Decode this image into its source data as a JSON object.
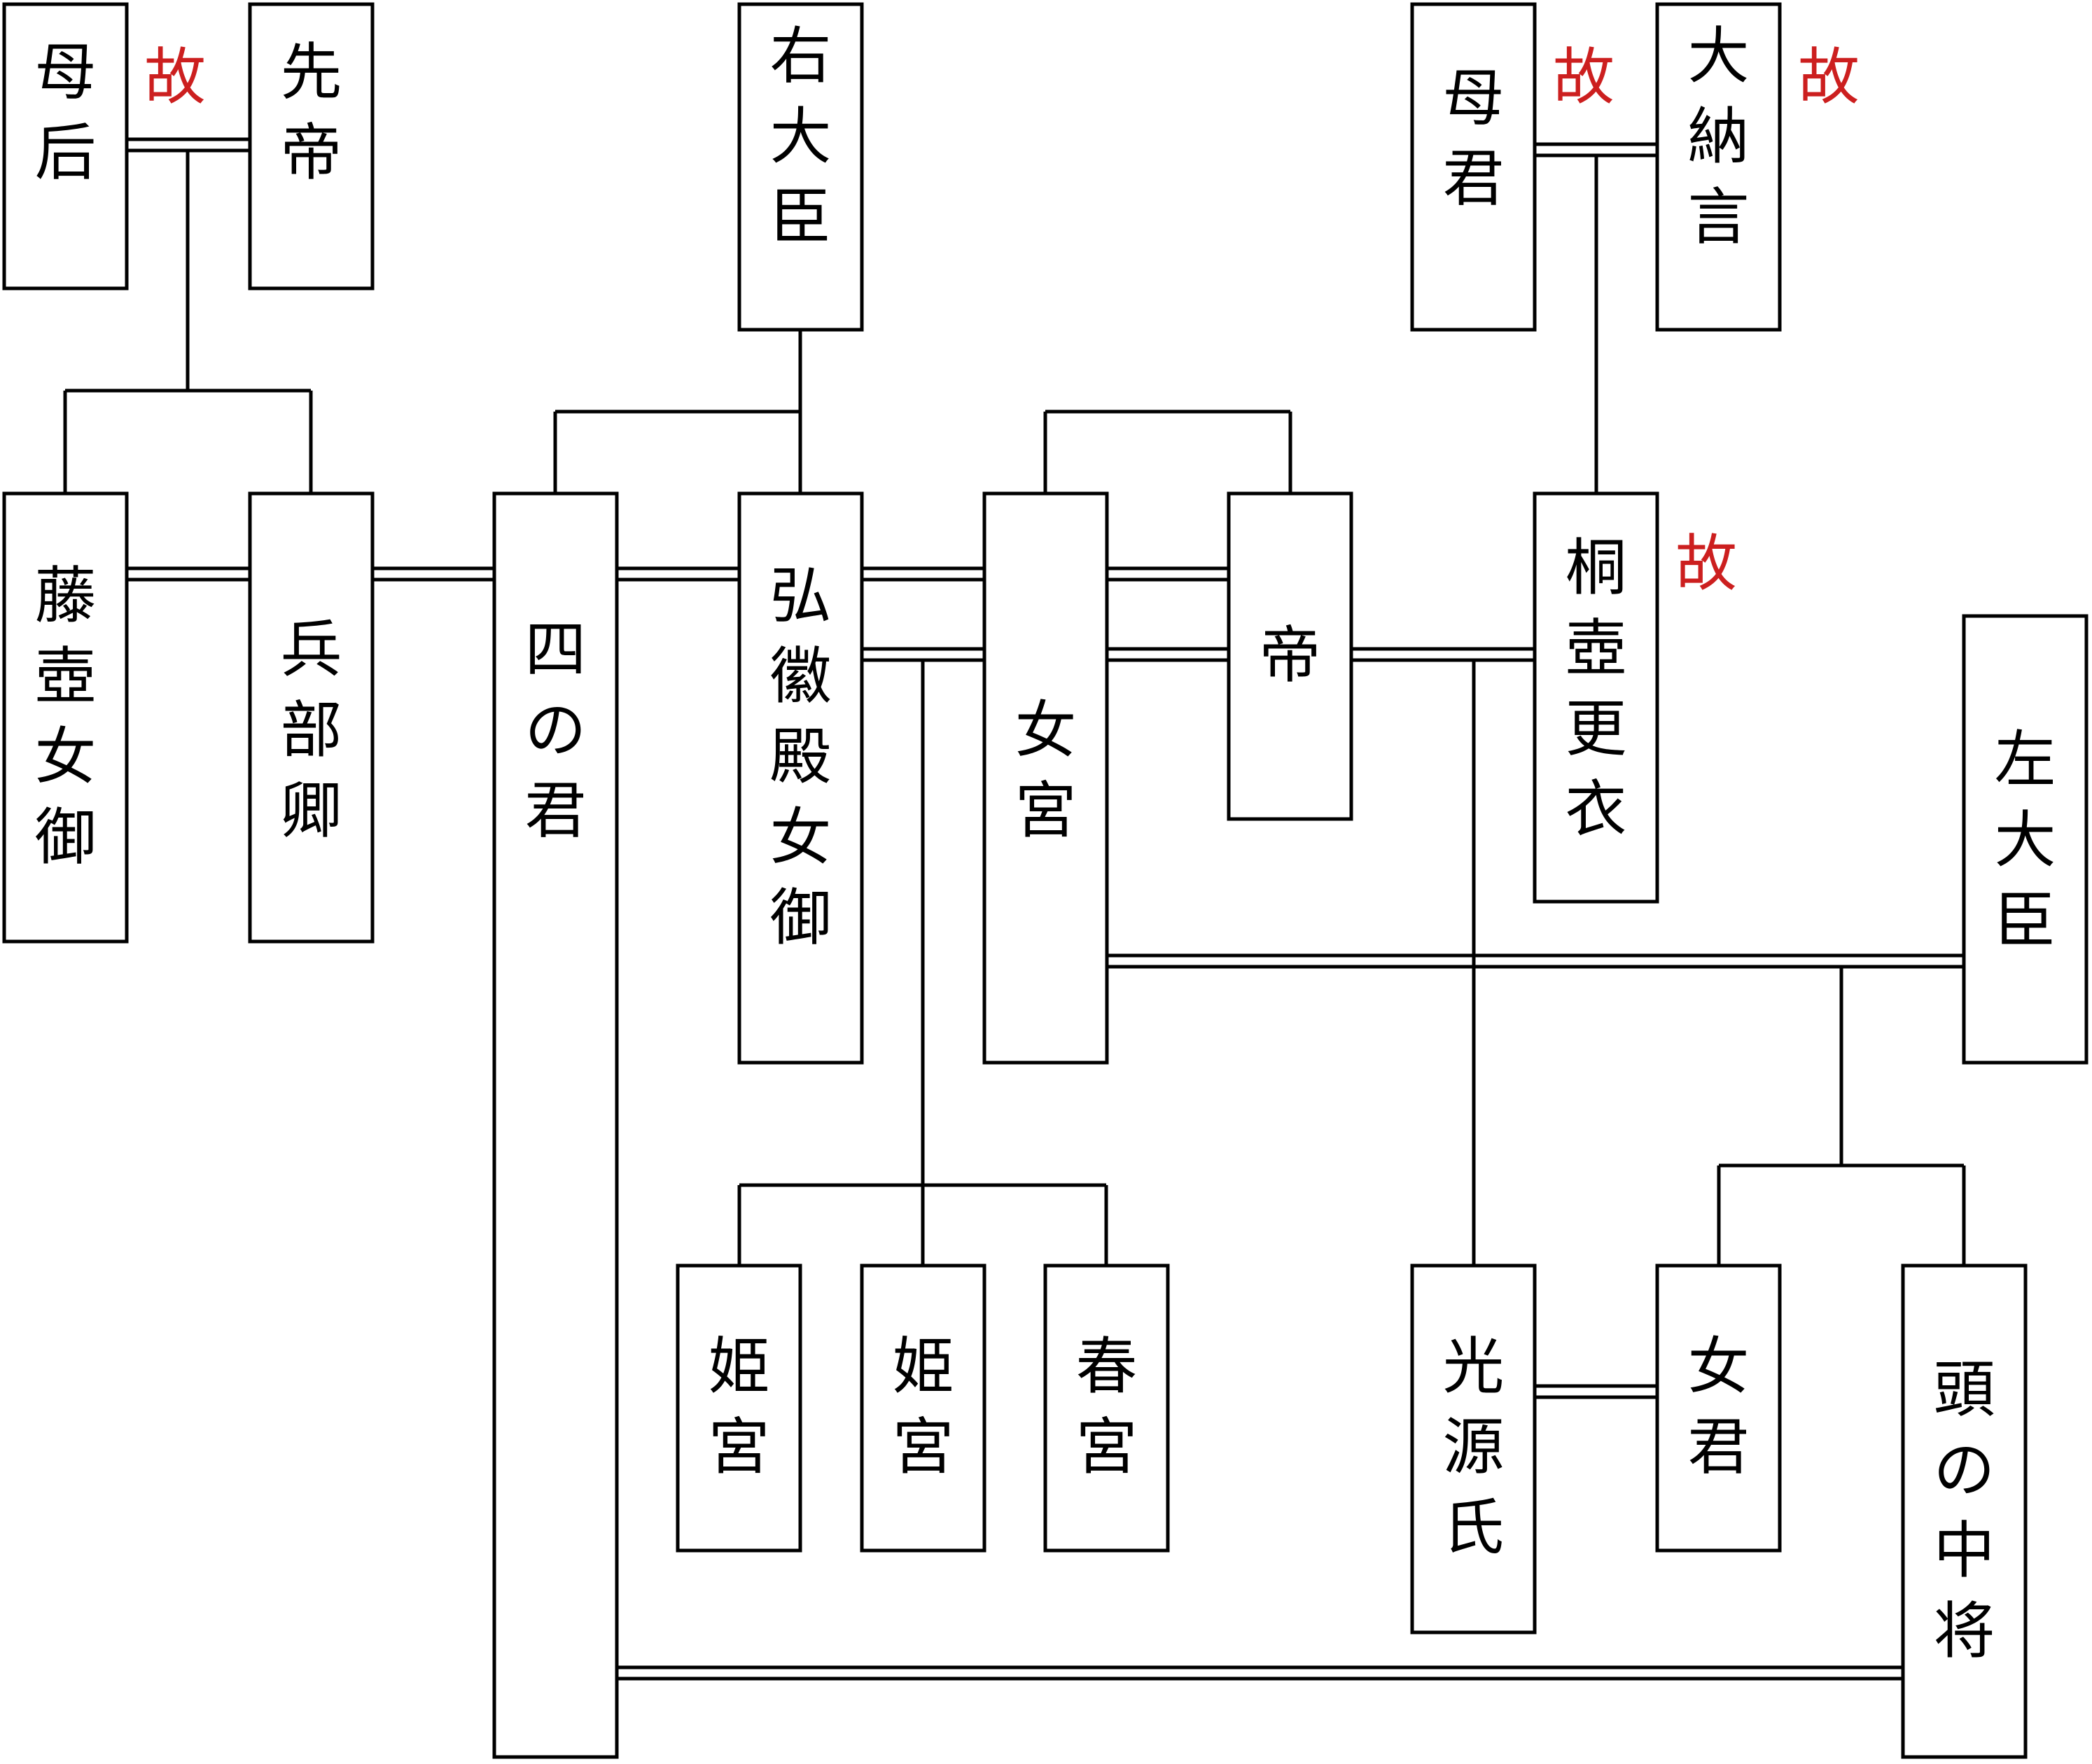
{
  "deceased_label": "故",
  "deceased_color": "#cc1f1f",
  "people": {
    "bokou_1": "母后",
    "sentei": "先帝",
    "udaijin": "右大臣",
    "hahagimi": "母君",
    "dainagon": "大納言",
    "fujitsubo": "藤壺女御",
    "hyoubukyou": "兵部卿",
    "yon_no_kimi": "四の君",
    "kokiden": "弘徽殿女御",
    "onnamiya": "女宮",
    "mikado": "帝",
    "kiritsubo": "桐壺更衣",
    "sadaijin": "左大臣",
    "himemiya_1": "姫宮",
    "himemiya_2": "姫宮",
    "touguu": "春宮",
    "genji": "光源氏",
    "onnagimi": "女君",
    "tou_no_chujo": "頭の中将"
  }
}
